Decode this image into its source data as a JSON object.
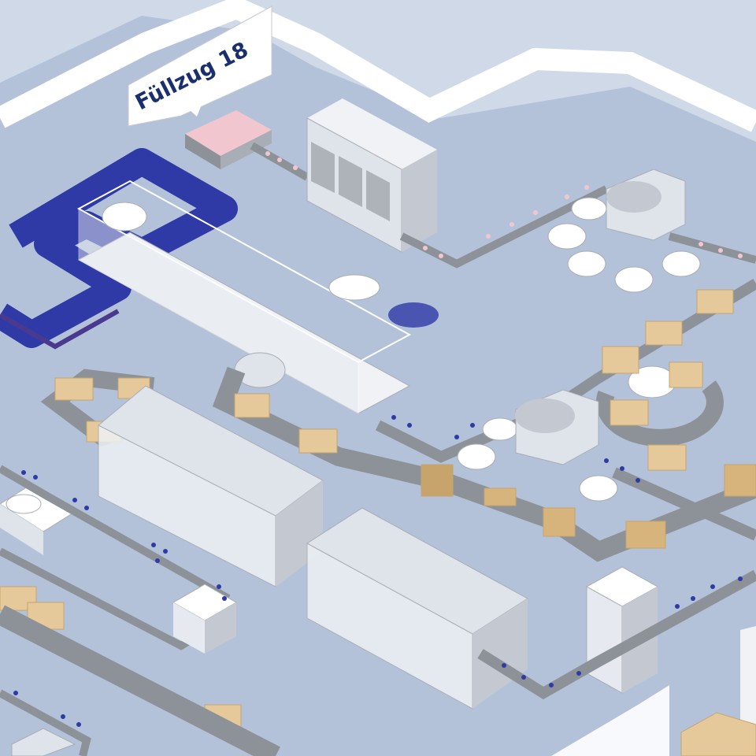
{
  "sign": {
    "line_name": "Füllzug 18"
  },
  "colors": {
    "floor": "#b3c2d9",
    "wall": "#ffffff",
    "machine_body": "#dfe3ea",
    "machine_dark": "#a9adb5",
    "conveyor": "#8d9299",
    "box": "#e6c99a",
    "box_dark": "#c7a46b",
    "bottle_blue": "#2f3aa6",
    "bottle_pink": "#f2c6cf",
    "sign_text": "#1a2f6e"
  },
  "icons": [
    "filling-machine",
    "capping-carousel",
    "conveyor-belt",
    "cardboard-box",
    "bottle-pallet",
    "packing-station"
  ]
}
